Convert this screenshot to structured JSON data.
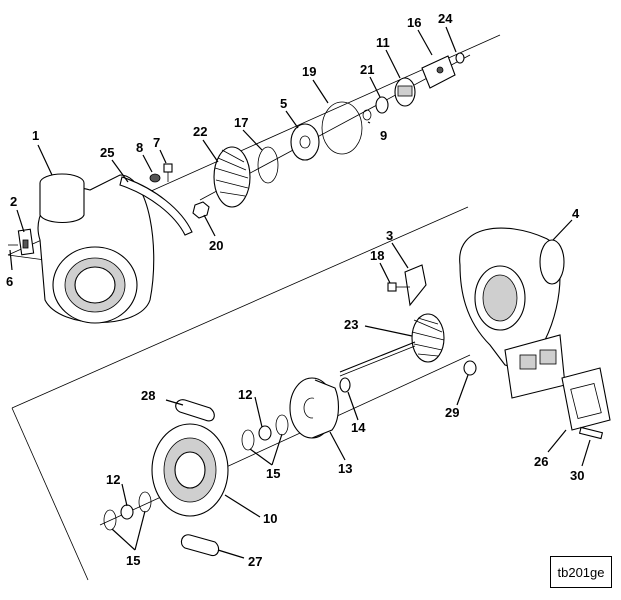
{
  "figure_id": "tb201ge",
  "callouts": {
    "c1": "1",
    "c2": "2",
    "c3": "3",
    "c4": "4",
    "c5": "5",
    "c6": "6",
    "c7": "7",
    "c8": "8",
    "c9": "9",
    "c10": "10",
    "c11": "11",
    "c12a": "12",
    "c12b": "12",
    "c13": "13",
    "c14": "14",
    "c15a": "15",
    "c15b": "15",
    "c16": "16",
    "c17": "17",
    "c18": "18",
    "c19": "19",
    "c20": "20",
    "c21": "21",
    "c22": "22",
    "c23": "23",
    "c24": "24",
    "c25": "25",
    "c26": "26",
    "c27": "27",
    "c28": "28",
    "c29": "29",
    "c30": "30"
  }
}
